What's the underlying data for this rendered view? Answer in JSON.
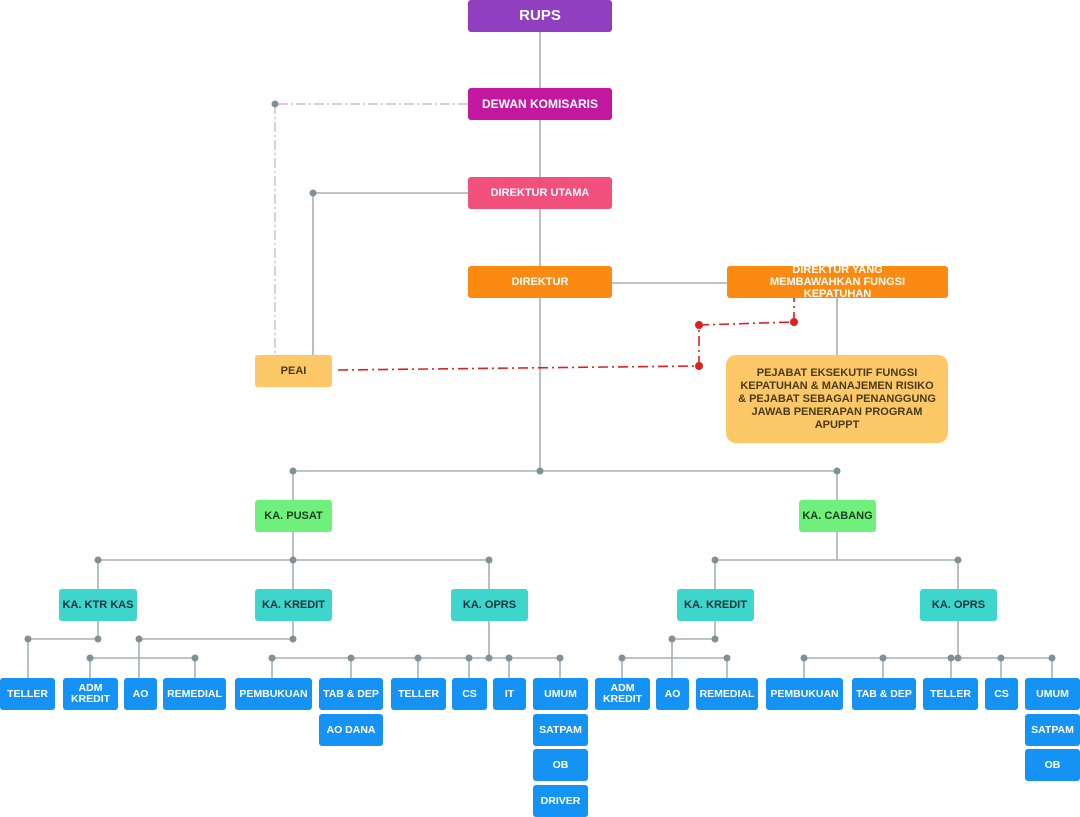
{
  "title": "RUPS",
  "dewan": "DEWAN KOMISARIS",
  "direktur_utama": "DIREKTUR UTAMA",
  "direktur": "DIREKTUR",
  "direktur_kepatuhan": "DIREKTUR YANG MEMBAWAHKAN FUNGSI KEPATUHAN",
  "peai": "PEAI",
  "pejabat": "PEJABAT EKSEKUTIF FUNGSI KEPATUHAN & MANAJEMEN RISIKO & PEJABAT SEBAGAI PENANGGUNG JAWAB PENERAPAN PROGRAM APUPPT",
  "pusat": {
    "head": "KA. PUSAT",
    "ktr_kas": "KA. KTR KAS",
    "kredit": "KA. KREDIT",
    "oprs": "KA. OPRS",
    "teller_kas": "TELLER",
    "adm_kredit": "ADM KREDIT",
    "ao": "AO",
    "remedial": "REMEDIAL",
    "pembukuan": "PEMBUKUAN",
    "tab_dep": "TAB & DEP",
    "ao_dana": "AO DANA",
    "teller": "TELLER",
    "cs": "CS",
    "it": "IT",
    "umum": "UMUM",
    "satpam": "SATPAM",
    "ob": "OB",
    "driver": "DRIVER"
  },
  "cabang": {
    "head": "KA. CABANG",
    "kredit": "KA. KREDIT",
    "oprs": "KA. OPRS",
    "adm_kredit": "ADM KREDIT",
    "ao": "AO",
    "remedial": "REMEDIAL",
    "pembukuan": "PEMBUKUAN",
    "tab_dep": "TAB & DEP",
    "teller": "TELLER",
    "cs": "CS",
    "umum": "UMUM",
    "satpam": "SATPAM",
    "ob": "OB"
  },
  "colors": {
    "line": "#a7b1b6",
    "dot": "#7f9196",
    "dashed_red": "#e02020",
    "dashed_pink": "#d9b8c9"
  }
}
